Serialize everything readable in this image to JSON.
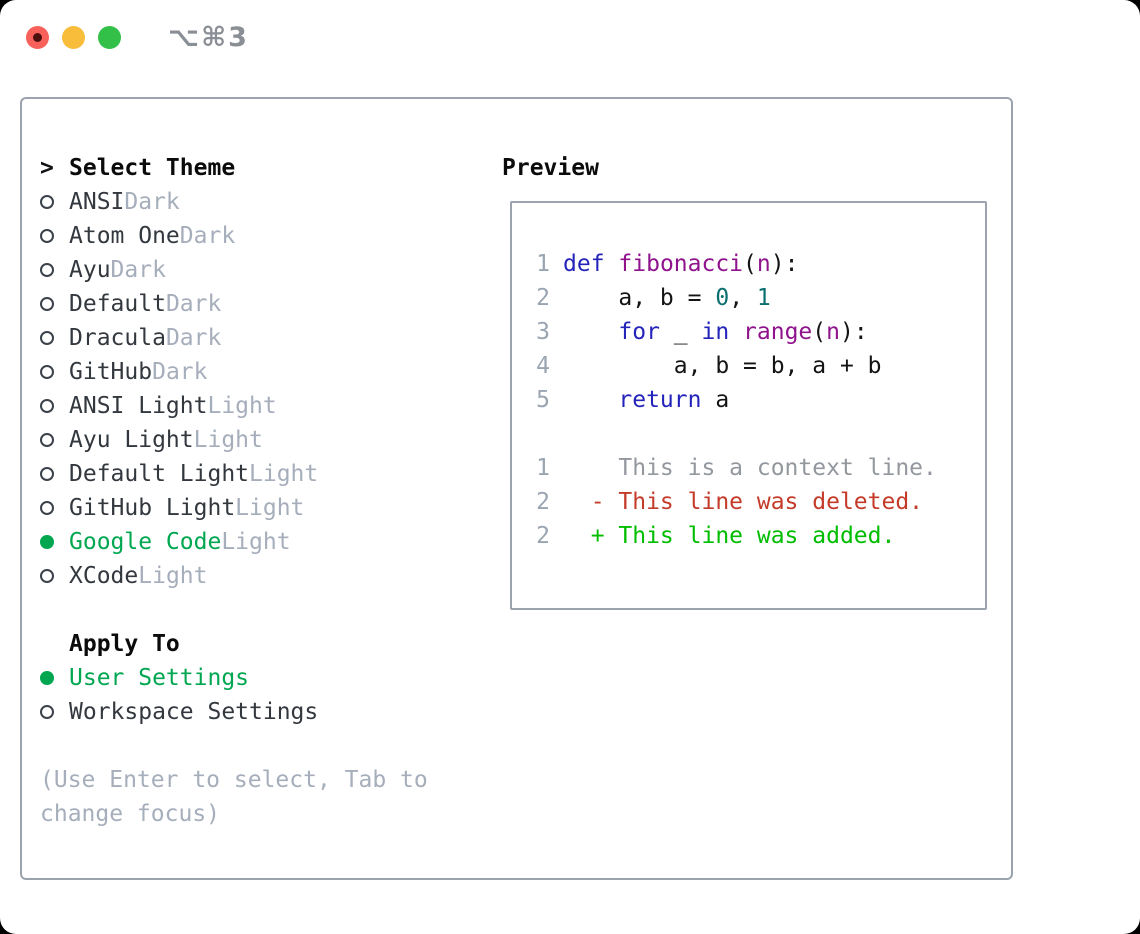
{
  "titlebar": {
    "title": "⌥⌘3",
    "buttons": [
      "close",
      "minimize",
      "zoom"
    ]
  },
  "theme_list": {
    "prompt": ">",
    "header": "Select Theme",
    "items": [
      {
        "name": "ANSI",
        "variant": "Dark",
        "selected": false
      },
      {
        "name": "Atom One",
        "variant": "Dark",
        "selected": false
      },
      {
        "name": "Ayu",
        "variant": "Dark",
        "selected": false
      },
      {
        "name": "Default",
        "variant": "Dark",
        "selected": false
      },
      {
        "name": "Dracula",
        "variant": "Dark",
        "selected": false
      },
      {
        "name": "GitHub",
        "variant": "Dark",
        "selected": false
      },
      {
        "name": "ANSI Light",
        "variant": "Light",
        "selected": false
      },
      {
        "name": "Ayu Light",
        "variant": "Light",
        "selected": false
      },
      {
        "name": "Default Light",
        "variant": "Light",
        "selected": false
      },
      {
        "name": "GitHub Light",
        "variant": "Light",
        "selected": false
      },
      {
        "name": "Google Code",
        "variant": "Light",
        "selected": true
      },
      {
        "name": "XCode",
        "variant": "Light",
        "selected": false
      }
    ]
  },
  "apply_to": {
    "header": "Apply To",
    "options": [
      {
        "label": "User Settings",
        "selected": true
      },
      {
        "label": "Workspace Settings",
        "selected": false
      }
    ]
  },
  "hint": "(Use Enter to select, Tab to change focus)",
  "preview": {
    "label": "Preview",
    "code_lines": [
      {
        "num": "1",
        "tokens": [
          {
            "t": "def",
            "c": "kw"
          },
          {
            "t": " ",
            "c": "pl"
          },
          {
            "t": "fibonacci",
            "c": "fn"
          },
          {
            "t": "(",
            "c": "pl"
          },
          {
            "t": "n",
            "c": "fn"
          },
          {
            "t": "):",
            "c": "pl"
          }
        ]
      },
      {
        "num": "2",
        "tokens": [
          {
            "t": "    a, b = ",
            "c": "pl"
          },
          {
            "t": "0",
            "c": "lit"
          },
          {
            "t": ", ",
            "c": "pl"
          },
          {
            "t": "1",
            "c": "lit"
          }
        ]
      },
      {
        "num": "3",
        "tokens": [
          {
            "t": "    ",
            "c": "pl"
          },
          {
            "t": "for",
            "c": "kw"
          },
          {
            "t": " _ ",
            "c": "pl"
          },
          {
            "t": "in",
            "c": "kw"
          },
          {
            "t": " ",
            "c": "pl"
          },
          {
            "t": "range",
            "c": "fn"
          },
          {
            "t": "(",
            "c": "pl"
          },
          {
            "t": "n",
            "c": "fn"
          },
          {
            "t": "):",
            "c": "pl"
          }
        ]
      },
      {
        "num": "4",
        "tokens": [
          {
            "t": "        a, b = b, a + b",
            "c": "pl"
          }
        ]
      },
      {
        "num": "5",
        "tokens": [
          {
            "t": "    ",
            "c": "pl"
          },
          {
            "t": "return",
            "c": "kw"
          },
          {
            "t": " a",
            "c": "pl"
          }
        ]
      }
    ],
    "diff_lines": [
      {
        "num": "1",
        "marker": " ",
        "text": "This is a context line.",
        "kind": "context"
      },
      {
        "num": "2",
        "marker": "-",
        "text": "This line was deleted.",
        "kind": "deleted"
      },
      {
        "num": "2",
        "marker": "+",
        "text": "This line was added.",
        "kind": "added"
      }
    ]
  },
  "colors": {
    "selected_green": "#00a750",
    "diff_added": "#00bd00",
    "diff_deleted": "#c53b2a",
    "diff_context": "#93979e",
    "code_keyword": "#2424bb",
    "code_name": "#8f138c",
    "code_literal": "#0b6f6f",
    "code_plain": "#141414",
    "line_number": "#9aa5b2",
    "muted_text": "#a6aebb",
    "item_text": "#33383f",
    "panel_border": "#9aa3ae",
    "traffic_red": "#f8605a",
    "traffic_yellow": "#f8bd3b",
    "traffic_green": "#33c048"
  }
}
